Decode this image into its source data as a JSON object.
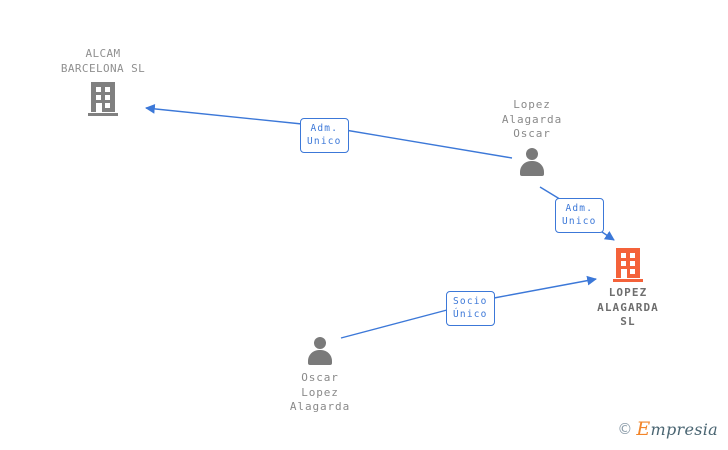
{
  "graph": {
    "background_color": "#ffffff",
    "edge_color": "#3c78d8",
    "focal_color": "#f4623a",
    "node_color": "#808080",
    "nodes": [
      {
        "id": "alcam",
        "type": "company",
        "icon": "building-icon",
        "label": "ALCAM\nBARCELONA SL",
        "highlight": false
      },
      {
        "id": "lopez-alagarda-oscar",
        "type": "person",
        "icon": "person-icon",
        "label": "Lopez\nAlagarda\nOscar"
      },
      {
        "id": "lopez-alagarda-sl",
        "type": "company",
        "icon": "building-icon",
        "label": "LOPEZ\nALAGARDA\nSL",
        "highlight": true
      },
      {
        "id": "oscar-lopez-alagarda",
        "type": "person",
        "icon": "person-icon",
        "label": "Oscar\nLopez\nAlagarda"
      }
    ],
    "edges": [
      {
        "id": "edge-adm-unico-alcam",
        "from": "lopez-alagarda-oscar",
        "to": "alcam",
        "label": "Adm.\nUnico"
      },
      {
        "id": "edge-adm-unico-lopez",
        "from": "lopez-alagarda-oscar",
        "to": "lopez-alagarda-sl",
        "label": "Adm.\nUnico"
      },
      {
        "id": "edge-socio-unico",
        "from": "oscar-lopez-alagarda",
        "to": "lopez-alagarda-sl",
        "label": "Socio\nÚnico"
      }
    ]
  },
  "watermark": {
    "copyright": "©",
    "brand_initial": "E",
    "brand_rest": "mpresia"
  }
}
